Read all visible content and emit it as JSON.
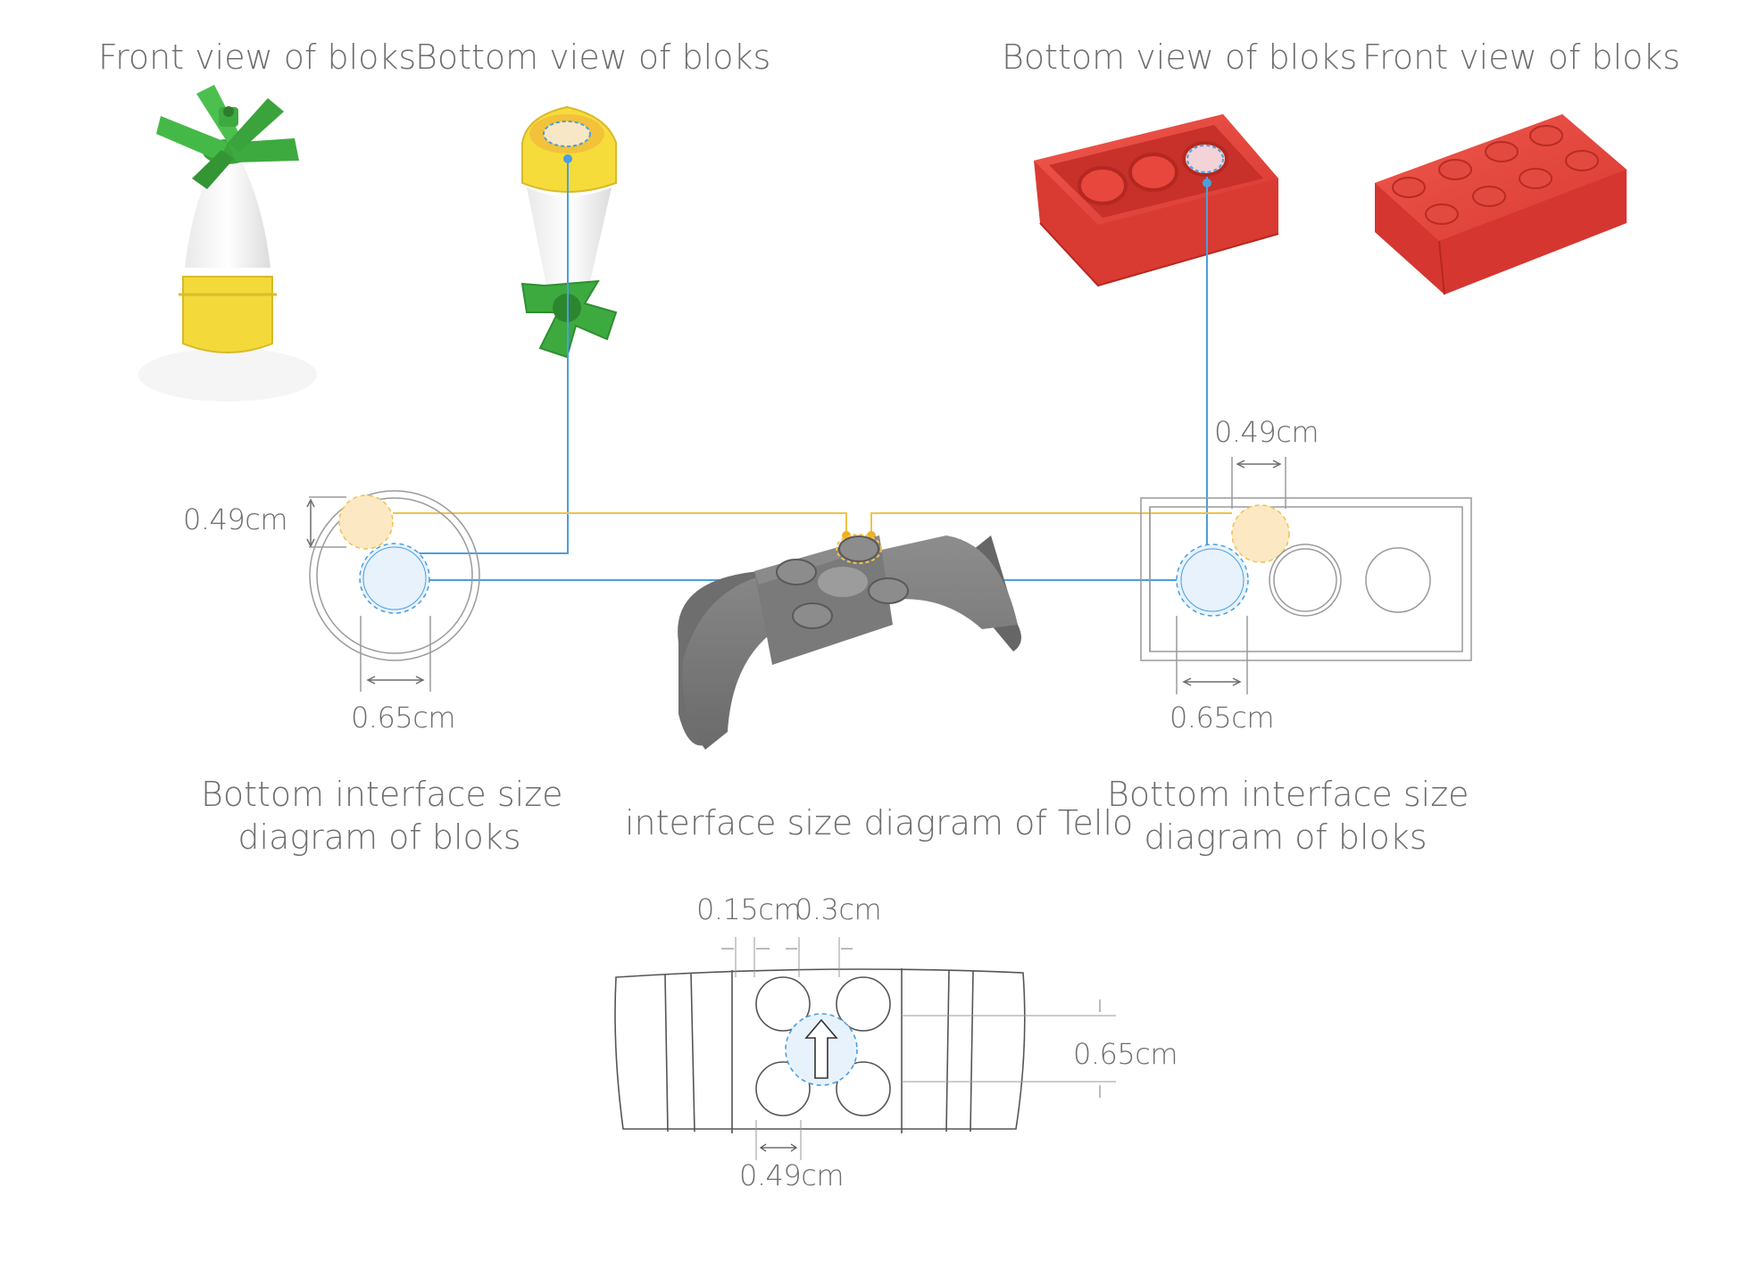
{
  "labels": {
    "top_left_front": "Front view of bloks",
    "top_left_bottom": "Bottom view of bloks",
    "top_right_bottom": "Bottom view of bloks",
    "top_right_front": "Front view of bloks",
    "left_caption_line1": "Bottom interface size",
    "left_caption_line2": "diagram of bloks",
    "center_caption": "interface size diagram of Tello",
    "right_caption_line1": "Bottom interface size",
    "right_caption_line2": "diagram of bloks"
  },
  "dimensions": {
    "left_height": "0.49cm",
    "left_width": "0.65cm",
    "right_top": "0.49cm",
    "right_width": "0.65cm",
    "bottom_a": "0.15cm",
    "bottom_b": "0.3cm",
    "bottom_side": "0.65cm",
    "bottom_under": "0.49cm"
  },
  "colors": {
    "blue_line": "#4a9fe0",
    "yellow_line": "#f0c24a",
    "circle_fill_blue": "#e8f2fc",
    "circle_fill_yellow": "#fde8c4",
    "drawing_stroke": "#9a9a9a",
    "brick_red": "#e4433b",
    "flower_green": "#3daa3f",
    "flower_yellow": "#f6dc3a",
    "adapter_grey": "#7c7c7c"
  }
}
